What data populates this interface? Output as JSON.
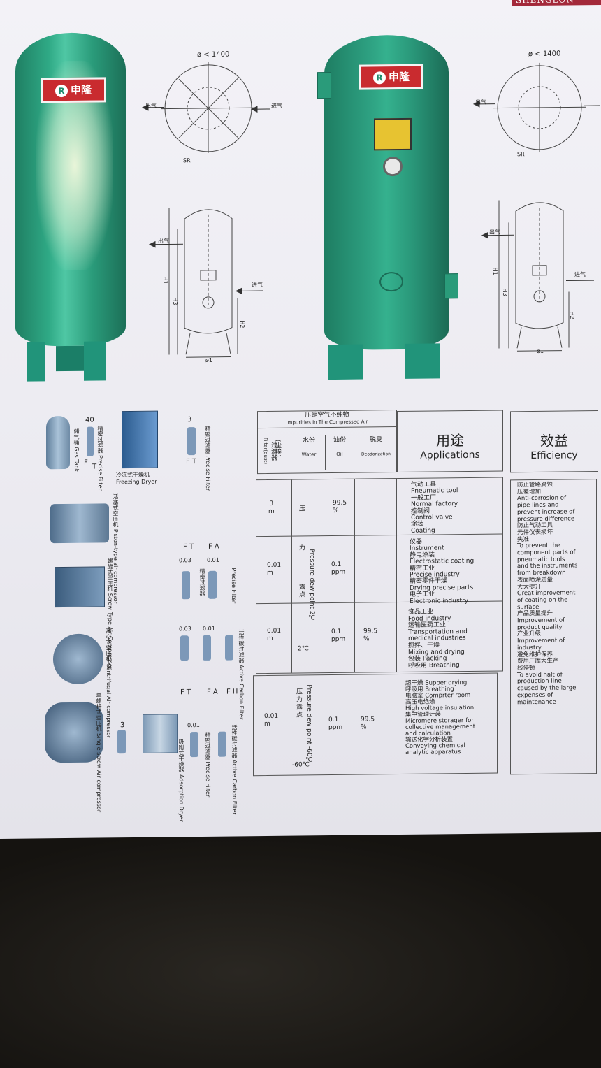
{
  "brand": "SHENGLON",
  "tank_logo": "申隆",
  "dimensions": {
    "diameter_left": "ø < 1400",
    "diameter_right": "ø < 1400",
    "outlet": "出气",
    "inlet": "进气",
    "sr": "SR",
    "h1": "H1",
    "h2": "H2",
    "h3": "H3",
    "phi1": "ø1"
  },
  "flow": {
    "gas_tank_cn": "储气桶",
    "gas_tank_en": "Gas Tank",
    "precise_filter_cn": "精密过滤器",
    "precise_filter_en": "Precise Filter",
    "freeze_dryer_cn": "冷冻式干燥机",
    "freeze_dryer_en": "Freezing Dryer",
    "piston_cn": "活塞式空压机",
    "piston_en": "Piston-type air compressor",
    "screw_cn": "螺旋式空压机",
    "screw_en": "Screw Type Air Compressor",
    "centrifugal_cn": "离心式空压机",
    "centrifugal_en": "Centrifugal Air compressor",
    "single_screw_cn": "单螺杆式空压机",
    "single_screw_en": "Single screw Air compressor",
    "carbon_cn": "活性碳过滤器",
    "carbon_en": "Active Carbon Filter",
    "adsorption_cn": "吸附式干燥器",
    "adsorption_en": "Adsorption Dryer",
    "n40": "40",
    "n3a": "3",
    "n3b": "3",
    "ft1": "F",
    "ft1b": "T",
    "ft2": "F T",
    "ft3": "F T",
    "fa1": "F A",
    "fa2": "F A",
    "fh": "F H",
    "v003a": "0.03",
    "v001a": "0.01",
    "v003b": "0.03",
    "v001b": "0.01",
    "v001c": "0.01"
  },
  "table": {
    "impurities_cn": "压缩空气不纯物",
    "impurities_en": "Impurities In The Compressed Air",
    "filter_cn": "过滤器",
    "filter_en": "Filter(dust)",
    "filter_cn2": "(尘埃)",
    "water_cn": "水份",
    "water_en": "Water",
    "oil_cn": "油份",
    "oil_en": "Oil",
    "deodor_cn": "脱臭",
    "deodor_en": "Deodorization",
    "applications_cn": "用途",
    "applications_en": "Applications",
    "efficiency_cn": "效益",
    "efficiency_en": "Efficiency",
    "rows": [
      {
        "dust": "3\nm",
        "water": "压",
        "oil": "99.5\n%",
        "deo": "",
        "apps": "气动工具\nPneumatic tool\n一般工厂\nNormal factory\n控制阀\nControl valve\n涂装\nCoating"
      },
      {
        "dust": "0.01\nm",
        "water": "力",
        "oil": "0.1\nppm",
        "deo": "",
        "apps": "仪器\nInstrument\n静电涂装\nElectrostatic coating\n精密工业\nPrecise industry\n精密零件干燥\nDrying precise parts\n电子工业\nElectronic industry"
      },
      {
        "dust": "0.01\nm",
        "water": "2℃",
        "oil": "0.1\nppm",
        "deo": "99.5\n%",
        "apps": "食品工业\nFood industry\n运输医药工业\nTransportation and\nmedical industries\n搅拌、干燥\nMixing and drying\n包装 Packing\n呼吸用 Breathing"
      },
      {
        "dust": "0.01\nm",
        "water": "-60℃",
        "oil": "0.1\nppm",
        "deo": "99.5\n%",
        "apps": "超干燥 Supper drying\n呼吸用 Breathing\n电脑室 Comprter room\n高压电绝缘\nHigh voltage insulation\n集中管理计装\nMicromere storager for\ncollective management\nand calculation\n输送化学分析装置\nConveying chemical\nanalytic apparatus"
      }
    ],
    "dew_point_a": "Pressure dew point 2℃",
    "dew_point_cn_a": "露 点",
    "dew_point_b": "Pressure dew point -60℃",
    "dew_point_cn_b": "压 力 露 点",
    "efficiency_text": "防止管路腐蚀\n压差增加\nAnti-corrosion of\npipe lines and\nprevent increase of\npressure difference\n防止气动工具\n元件仪表损坏\n失准\nTo prevent the\ncomponent parts of\npneumatic tools\nand the instruments\nfrom breakdown\n表面喷涂质量\n大大提升\nGreat improvement\nof coating on the\nsurface\n产品质量提升\nImprovement of\nproduct quality\n产业升级\nImprovement of\nindustry\n避免维护保养\n费用厂库大生产\n线停顿\nTo avoid halt of\nproduction line\ncaused by the large\nexpenses of\nmaintenance"
  }
}
